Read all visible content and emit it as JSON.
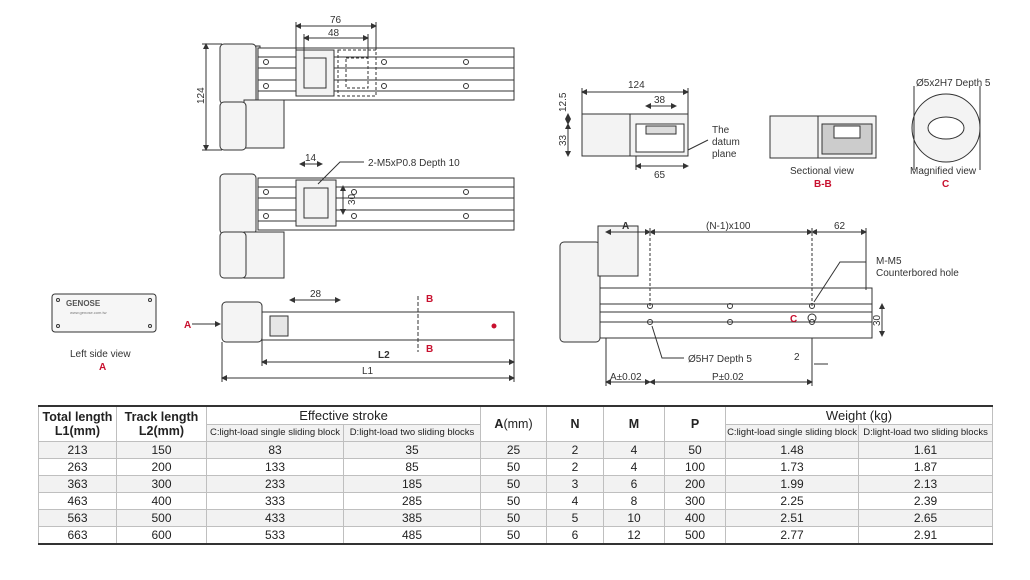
{
  "drawing": {
    "top_view": {
      "dim_76": "76",
      "dim_48": "48",
      "dim_124": "124"
    },
    "mid_view": {
      "dim_14": "14",
      "dim_30": "30",
      "note": "2-M5xP0.8 Depth 10"
    },
    "side_view": {
      "dim_28": "28",
      "label_L2": "L2",
      "label_L1": "L1",
      "marker_A": "A",
      "marker_B_top": "B",
      "marker_B_bottom": "B"
    },
    "left_side_view": {
      "title": "Left side view",
      "letter": "A",
      "logo_text": "GENOSE",
      "logo_subtext": "www.genose.com.tw"
    },
    "end_view": {
      "dim_124": "124",
      "dim_38": "38",
      "dim_12_5": "12.5",
      "dim_33": "33",
      "dim_65": "65",
      "datum_label_1": "The",
      "datum_label_2": "datum",
      "datum_label_3": "plane"
    },
    "section_view": {
      "title": "Sectional view",
      "letter": "B-B"
    },
    "magnified_view": {
      "dim_label": "Ø5x2H7 Depth 5",
      "title": "Magnified view",
      "letter": "C"
    },
    "bottom_view": {
      "label_A": "A",
      "label_pitch": "(N-1)x100",
      "dim_62": "62",
      "note_1": "M-M5",
      "note_2": "Counterbored hole",
      "marker_C": "C",
      "dim_30": "30",
      "pin_note": "Ø5H7 Depth 5",
      "dim_2": "2",
      "tol_A": "A±0.02",
      "tol_P": "P±0.02"
    }
  },
  "table": {
    "headers": {
      "total_length": "Total length",
      "total_length_unit": "L1(mm)",
      "track_length": "Track length",
      "track_length_unit": "L2(mm)",
      "effective_stroke": "Effective stroke",
      "stroke_c": "C:light-load single sliding block",
      "stroke_d": "D:light-load two sliding blocks",
      "a": "A",
      "a_unit": "(mm)",
      "n": "N",
      "m": "M",
      "p": "P",
      "weight": "Weight (kg)",
      "weight_c": "C:light-load single sliding block",
      "weight_d": "D:light-load two sliding blocks"
    },
    "rows": [
      {
        "l1": "213",
        "l2": "150",
        "sc": "83",
        "sd": "35",
        "a": "25",
        "n": "2",
        "m": "4",
        "p": "50",
        "wc": "1.48",
        "wd": "1.61"
      },
      {
        "l1": "263",
        "l2": "200",
        "sc": "133",
        "sd": "85",
        "a": "50",
        "n": "2",
        "m": "4",
        "p": "100",
        "wc": "1.73",
        "wd": "1.87"
      },
      {
        "l1": "363",
        "l2": "300",
        "sc": "233",
        "sd": "185",
        "a": "50",
        "n": "3",
        "m": "6",
        "p": "200",
        "wc": "1.99",
        "wd": "2.13"
      },
      {
        "l1": "463",
        "l2": "400",
        "sc": "333",
        "sd": "285",
        "a": "50",
        "n": "4",
        "m": "8",
        "p": "300",
        "wc": "2.25",
        "wd": "2.39"
      },
      {
        "l1": "563",
        "l2": "500",
        "sc": "433",
        "sd": "385",
        "a": "50",
        "n": "5",
        "m": "10",
        "p": "400",
        "wc": "2.51",
        "wd": "2.65"
      },
      {
        "l1": "663",
        "l2": "600",
        "sc": "533",
        "sd": "485",
        "a": "50",
        "n": "6",
        "m": "12",
        "p": "500",
        "wc": "2.77",
        "wd": "2.91"
      }
    ]
  },
  "colors": {
    "marker_red": "#c8102e",
    "line": "#333333",
    "row_shade": "#f2f2f2"
  }
}
